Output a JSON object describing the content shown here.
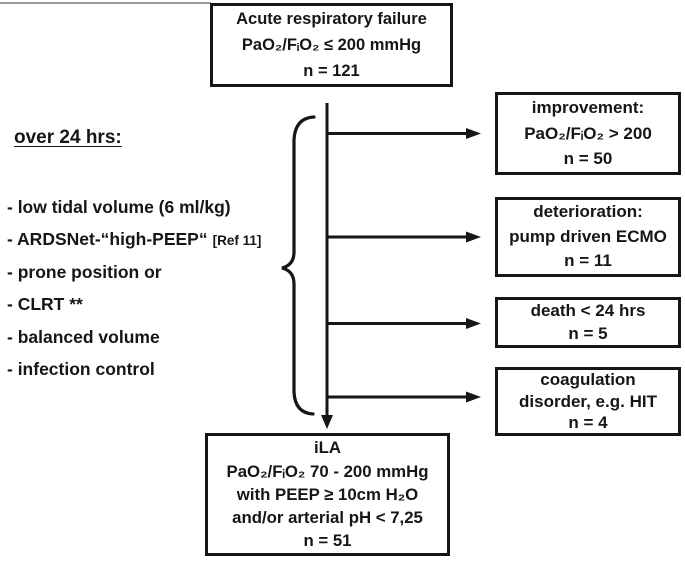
{
  "title": "ARDS / iLA patient flow diagram",
  "colors": {
    "ink": "#161616",
    "background": "#ffffff",
    "artifact_line": "#9a9a9a"
  },
  "left_panel": {
    "heading": "over 24 hrs:",
    "items": [
      {
        "text": "- low tidal volume (6 ml/kg)"
      },
      {
        "text": "- ARDSNet-“high-PEEP“",
        "ref": "[Ref 11]"
      },
      {
        "text": "- prone position or"
      },
      {
        "text": "- CLRT **"
      },
      {
        "text": "- balanced volume"
      },
      {
        "text": "- infection control"
      }
    ]
  },
  "top_box": {
    "lines": [
      "Acute respiratory failure",
      "PaO₂/FᵢO₂ ≤ 200 mmHg",
      "n = 121"
    ]
  },
  "outcomes": [
    {
      "name": "improvement",
      "lines": [
        "improvement:",
        "PaO₂/FᵢO₂ > 200",
        "n = 50"
      ]
    },
    {
      "name": "deterioration",
      "lines": [
        "deterioration:",
        "pump driven ECMO",
        "n = 11"
      ]
    },
    {
      "name": "death",
      "lines": [
        "death < 24 hrs",
        "n = 5"
      ]
    },
    {
      "name": "coagulation-disorder",
      "lines": [
        "coagulation",
        "disorder, e.g. HIT",
        "n = 4"
      ]
    }
  ],
  "bottom_box": {
    "lines": [
      "iLA",
      "PaO₂/FᵢO₂ 70 - 200 mmHg",
      "with PEEP ≥ 10cm H₂O",
      "and/or arterial pH < 7,25",
      "n = 51"
    ]
  }
}
